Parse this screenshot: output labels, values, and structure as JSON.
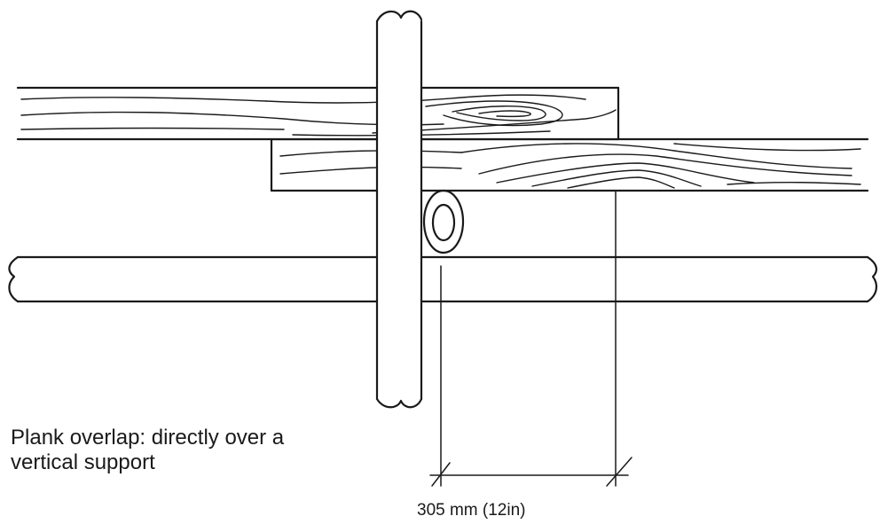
{
  "diagram": {
    "caption_line1": "Plank overlap: directly over a",
    "caption_line2": "vertical support",
    "dimension_label": "305 mm (12in)"
  },
  "colors": {
    "ink": "#1a1a1a",
    "background": "#ffffff"
  }
}
